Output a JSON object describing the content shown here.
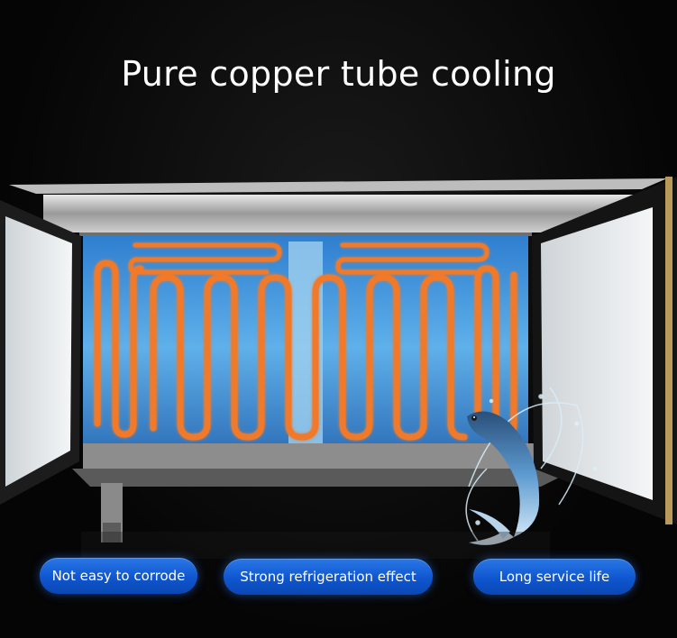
{
  "title": "Pure copper tube cooling",
  "features": [
    {
      "label": "Not easy to corrode"
    },
    {
      "label": "Strong refrigeration effect"
    },
    {
      "label": "Long service life"
    }
  ],
  "colors": {
    "background": "#000000",
    "copper_tube": "#f07a2a",
    "interior": "#4aa0e0",
    "pill": "#1560d8"
  },
  "icons": [
    "jumping-fish-illustration",
    "water-splash-illustration"
  ]
}
